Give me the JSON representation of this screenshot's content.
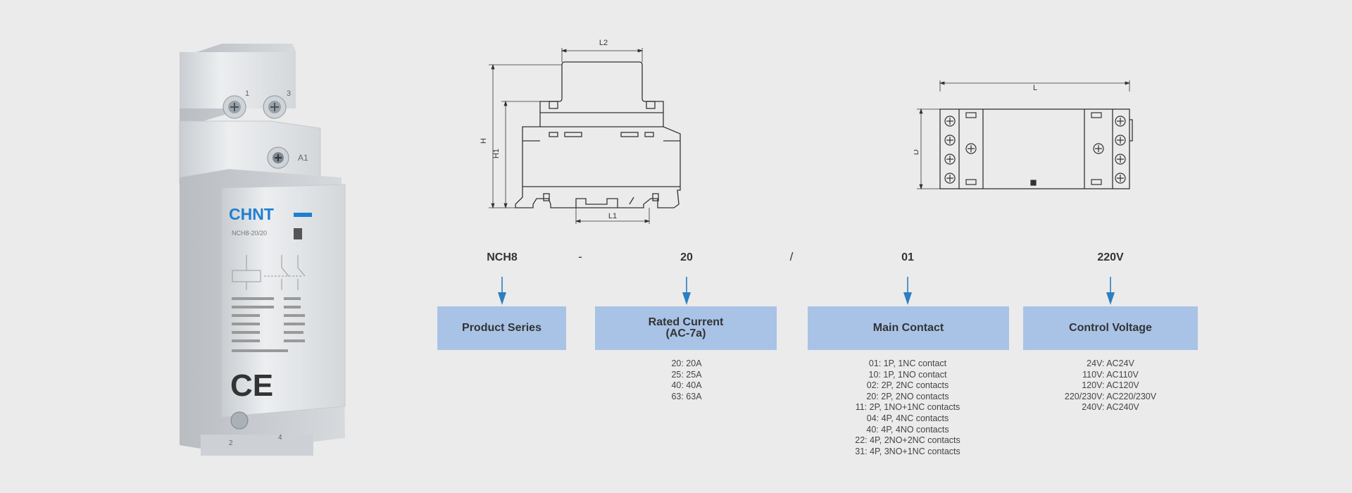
{
  "product_image": {
    "brand": "CHNT",
    "model_label": "NCH8-20/20",
    "terminal_labels": [
      "1",
      "3",
      "A1",
      "2",
      "4"
    ],
    "ce_mark": "CE",
    "colors": {
      "body": "#e6e8ea",
      "brand": "#1f7fd0"
    }
  },
  "front_drawing": {
    "labels": {
      "L2": "L2",
      "H": "H",
      "H1": "H1",
      "L1": "L1"
    }
  },
  "top_drawing": {
    "labels": {
      "L": "L",
      "D": "D"
    }
  },
  "order_code": {
    "parts": [
      {
        "code": "NCH8",
        "title": "Product Series",
        "options": []
      },
      {
        "code": "20",
        "title": "Rated Current\n(AC-7a)",
        "options": [
          "20: 20A",
          "25: 25A",
          "40: 40A",
          "63: 63A"
        ]
      },
      {
        "code": "01",
        "title": "Main Contact",
        "options": [
          "01: 1P, 1NC contact",
          "10: 1P, 1NO contact",
          "02: 2P, 2NC contacts",
          "20: 2P, 2NO contacts",
          "11: 2P, 1NO+1NC contacts",
          "04: 4P, 4NC contacts",
          "40: 4P, 4NO contacts",
          "22: 4P, 2NO+2NC contacts",
          "31: 4P, 3NO+1NC contacts"
        ]
      },
      {
        "code": "220V",
        "title": "Control Voltage",
        "options": [
          "24V: AC24V",
          "110V: AC110V",
          "120V: AC120V",
          "220/230V: AC220/230V",
          "240V: AC240V"
        ]
      }
    ],
    "separators": [
      "-",
      "/"
    ],
    "colors": {
      "box": "#a9c3e7",
      "arrow": "#2b7fc2"
    }
  }
}
